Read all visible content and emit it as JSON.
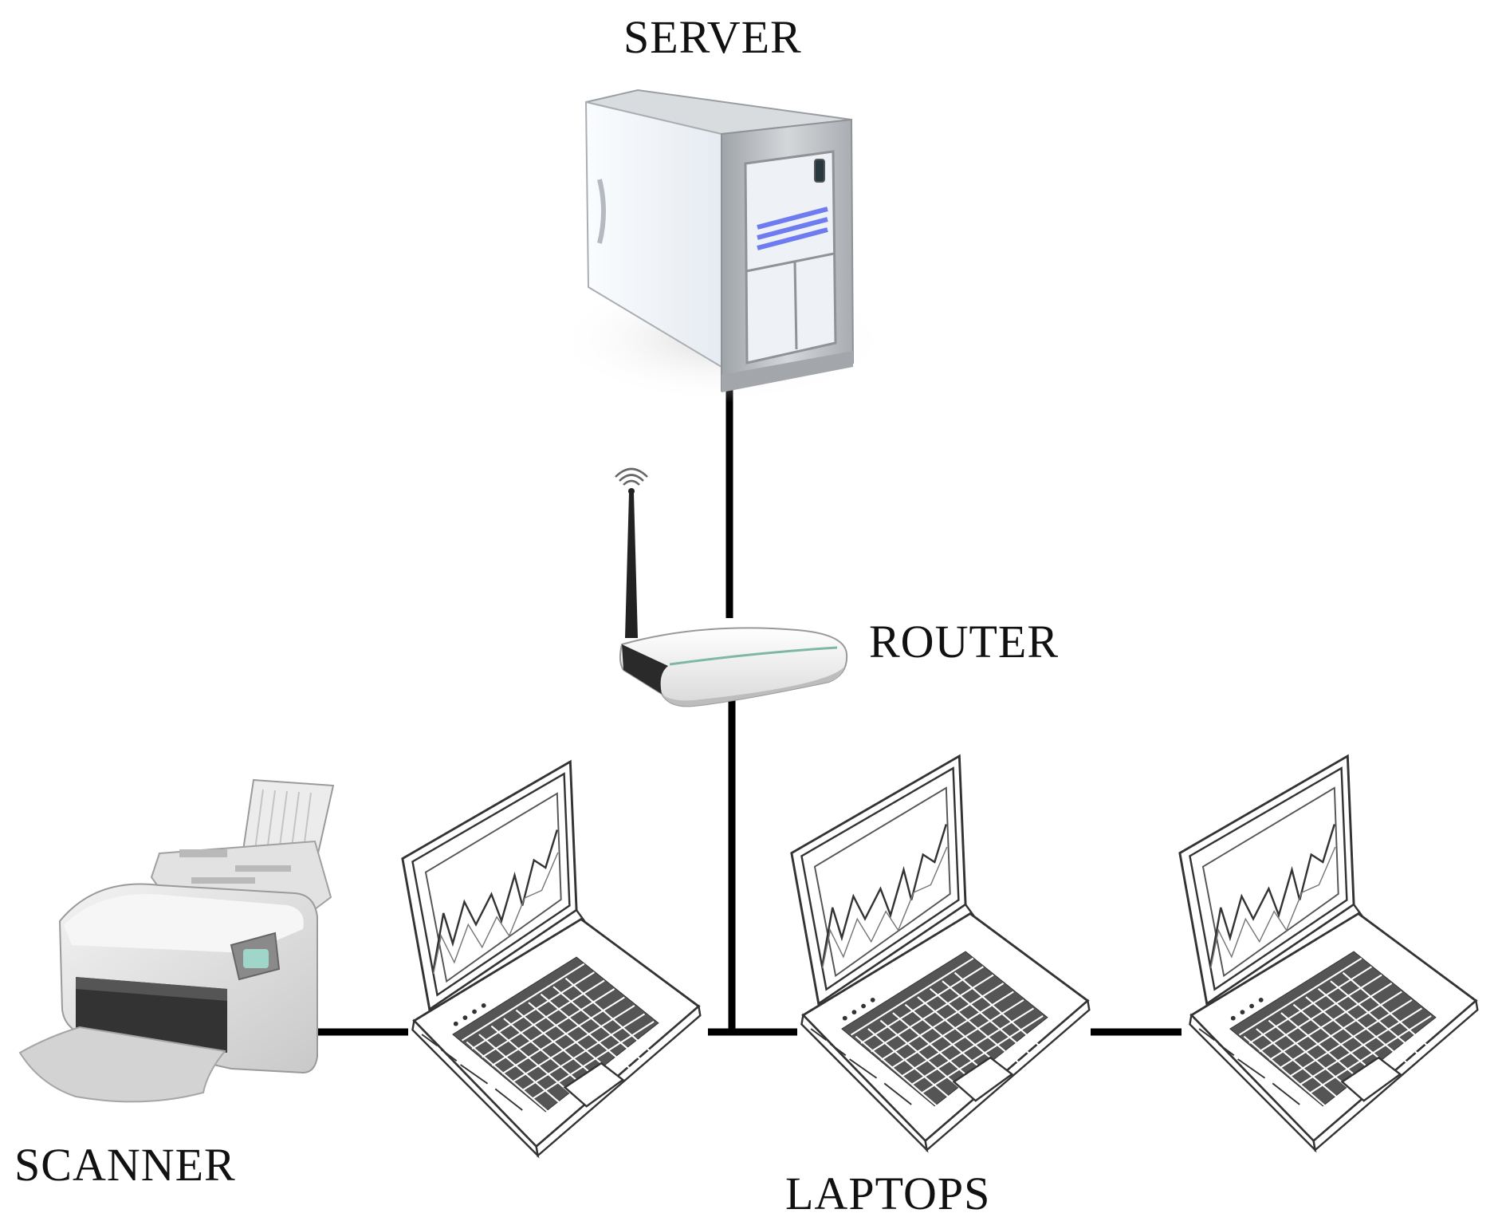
{
  "labels": {
    "server": "SERVER",
    "router": "ROUTER",
    "scanner": "SCANNER",
    "laptops": "LAPTOPS"
  },
  "icons": {
    "server": "server-tower-icon",
    "router": "wifi-router-icon",
    "scanner": "document-scanner-icon",
    "laptop": "laptop-icon"
  },
  "colors": {
    "cable": "#000000",
    "server_body": "#eef2f6",
    "server_trim": "#b4b8bc",
    "server_vents": "#6f7cf0",
    "router_body": "#f4f4f4",
    "scanner_body": "#e6e6e6",
    "laptop_line": "#333333"
  }
}
